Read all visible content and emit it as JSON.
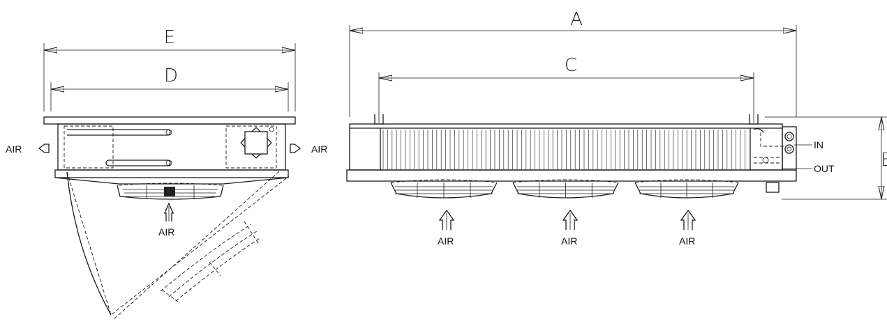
{
  "dimensions": {
    "a": "A",
    "c": "C",
    "d": "D",
    "e_side": "E",
    "e_front": "E"
  },
  "labels": {
    "air": "AIR",
    "inlet": "IN",
    "outlet": "OUT"
  }
}
